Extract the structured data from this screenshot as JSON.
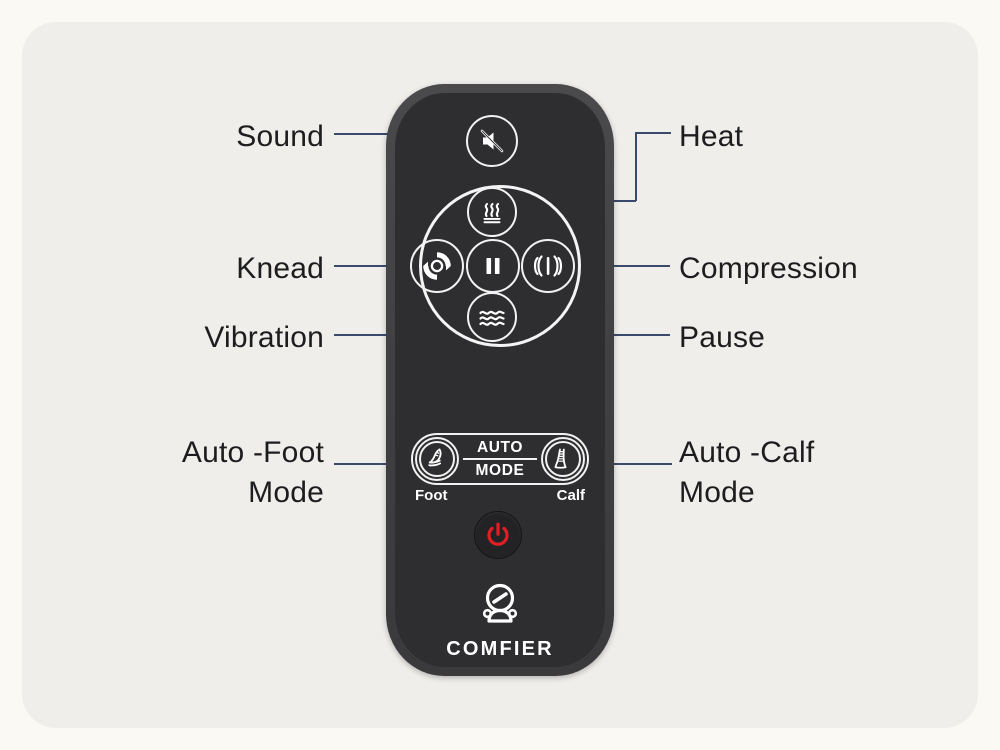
{
  "page": {
    "title": "Comfier Massager Remote Control Diagram",
    "background_color": "#fbf9f4",
    "card_color": "#efeeea"
  },
  "device": {
    "brand": "COMFIER",
    "body_color": "#404042",
    "face_color": "#2e2e30",
    "power_color": "#e01e26",
    "outline_color": "#f2f2f2"
  },
  "auto_mode": {
    "line1": "AUTO",
    "line2": "MODE",
    "foot_label": "Foot",
    "calf_label": "Calf"
  },
  "buttons": [
    {
      "id": "sound",
      "icon": "mute-speaker-icon"
    },
    {
      "id": "heat",
      "icon": "heat-steam-icon"
    },
    {
      "id": "knead",
      "icon": "rotation-arrows-icon"
    },
    {
      "id": "pause",
      "icon": "pause-bars-icon"
    },
    {
      "id": "compression",
      "icon": "compression-waves-icon"
    },
    {
      "id": "vibration",
      "icon": "vibration-waves-icon"
    },
    {
      "id": "power",
      "icon": "power-icon"
    },
    {
      "id": "auto-foot",
      "icon": "foot-icon"
    },
    {
      "id": "auto-calf",
      "icon": "calf-icon"
    }
  ],
  "callouts": {
    "sound": "Sound",
    "knead": "Knead",
    "vibration": "Vibration",
    "auto_foot": "Auto -Foot\nMode",
    "heat": "Heat",
    "compression": "Compression",
    "pause": "Pause",
    "auto_calf": "Auto -Calf\nMode"
  },
  "colors": {
    "leader_line": "#3b4a6b",
    "label_text": "#1d1d1f"
  }
}
